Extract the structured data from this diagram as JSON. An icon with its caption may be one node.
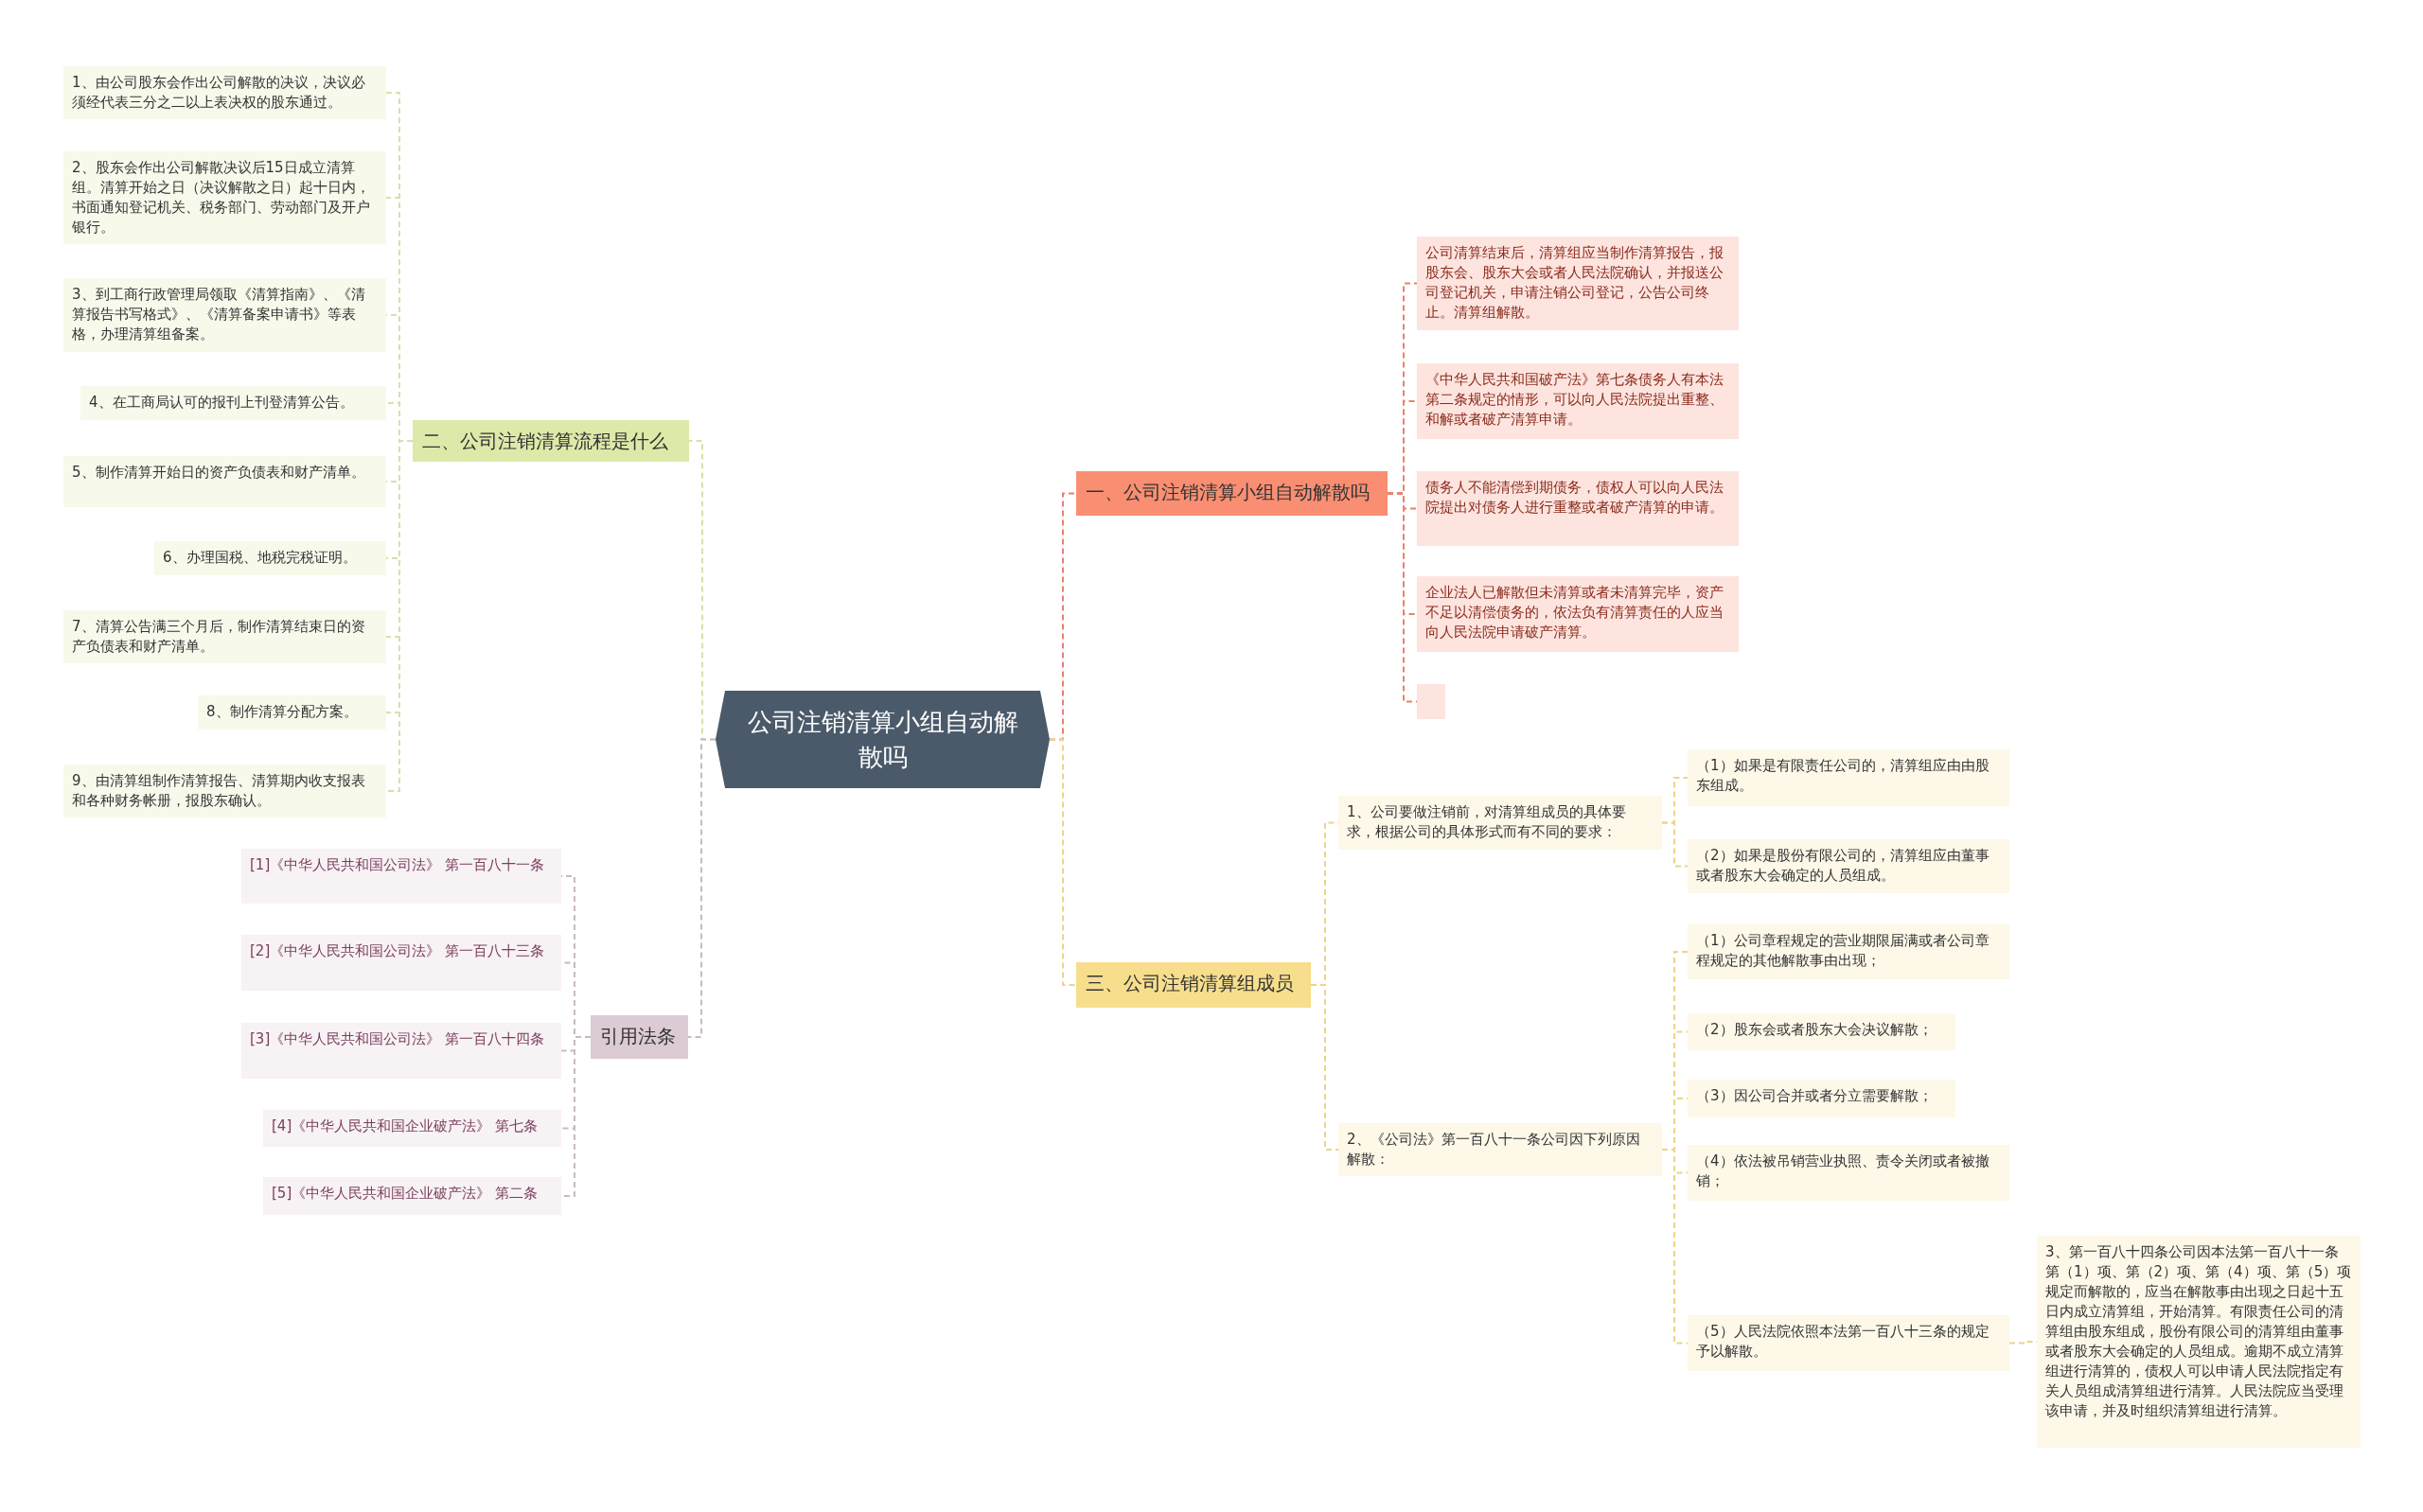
{
  "diagram": {
    "nodes": [
      {
        "text": [
          "公司注销清算小组自动解散吗"
        ]
      },
      {
        "text": [
          "一、公司注销清算小组自动解散吗"
        ]
      },
      {
        "text": [
          "公司清算结束后，清算组应当制作清算报告，报股东会、股东大会或者人民法院确认，并报送公司登记机关，申请注销公司登记，公告公司终止。清算组解散。"
        ]
      },
      {
        "text": [
          "《中华人民共和国破产法》第七条债务人有本法第二条规定的情形，可以向人民法院提出重整、和解或者破产清算申请。"
        ]
      },
      {
        "text": [
          "债务人不能清偿到期债务，债权人可以向人民法院提出对债务人进行重整或者破产清算的申请。"
        ]
      },
      {
        "text": [
          "企业法人已解散但未清算或者未清算完毕，资产不足以清偿债务的，依法负有清算责任的人应当向人民法院申请破产清算。"
        ]
      },
      {
        "text": [],
        "shape": "box"
      },
      {
        "text": [
          "三、公司注销清算组成员"
        ]
      },
      {
        "text": [
          "1、公司要做注销前，对清算组成员的具体要求，根据公司的具体形式而有不同的要求："
        ]
      },
      {
        "text": [
          "（1）如果是有限责任公司的，清算组应由由股东组成。"
        ]
      },
      {
        "text": [
          "（2）如果是股份有限公司的，清算组应由董事或者股东大会确定的人员组成。"
        ]
      },
      {
        "text": [
          "2、《公司法》第一百八十一条公司因下列原因解散："
        ]
      },
      {
        "text": [
          "（1）公司章程规定的营业期限届满或者公司章程规定的其他解散事由出现；"
        ]
      },
      {
        "text": [
          "（2）股东会或者股东大会决议解散；"
        ]
      },
      {
        "text": [
          "（3）因公司合并或者分立需要解散；"
        ]
      },
      {
        "text": [
          "（4）依法被吊销营业执照、责令关闭或者被撤销；"
        ]
      },
      {
        "text": [
          "（5）人民法院依照本法第一百八十三条的规定予以解散。"
        ]
      },
      {
        "text": [
          "3、第一百八十四条公司因本法第一百八十一条第（1）项、第（2）项、第（4）项、第（5）项规定而解散的，应当在解散事由出现之日起十五日内成立清算组，开始清算。有限责任公司的清算组由股东组成，股份有限公司的清算组由董事或者股东大会确定的人员组成。逾期不成立清算组进行清算的，债权人可以申请人民法院指定有关人员组成清算组进行清算。人民法院应当受理该申请，并及时组织清算组进行清算。"
        ]
      },
      {
        "text": [
          "二、公司注销清算流程是什么"
        ]
      },
      {
        "text": [
          "1、由公司股东会作出公司解散的决议，决议必须经代表三分之二以上表决权的股东通过。"
        ]
      },
      {
        "text": [
          "2、股东会作出公司解散决议后15日成立清算组。清算开始之日（决议解散之日）起十日内，书面通知登记机关、税务部门、劳动部门及开户银行。"
        ]
      },
      {
        "text": [
          "3、到工商行政管理局领取《清算指南》、《清算报告书写格式》、《清算备案申请书》等表格，办理清算组备案。"
        ]
      },
      {
        "text": [
          "4、在工商局认可的报刊上刊登清算公告。"
        ]
      },
      {
        "text": [
          "5、制作清算开始日的资产负债表和财产清单。"
        ]
      },
      {
        "text": [
          "6、办理国税、地税完税证明。"
        ]
      },
      {
        "text": [
          "7、清算公告满三个月后，制作清算结束日的资产负债表和财产清单。"
        ]
      },
      {
        "text": [
          "8、制作清算分配方案。"
        ]
      },
      {
        "text": [
          "9、由清算组制作清算报告、清算期内收支报表和各种财务帐册，报股东确认。"
        ]
      },
      {
        "text": [
          "引用法条"
        ]
      },
      {
        "text": [
          "[1]《中华人民共和国公司法》 第一百八十一条"
        ]
      },
      {
        "text": [
          "[2]《中华人民共和国公司法》 第一百八十三条"
        ]
      },
      {
        "text": [
          "[3]《中华人民共和国公司法》 第一百八十四条"
        ]
      },
      {
        "text": [
          "[4]《中华人民共和国企业破产法》 第七条"
        ]
      },
      {
        "text": [
          "[5]《中华人民共和国企业破产法》 第二条"
        ]
      }
    ],
    "edges": [
      {
        "from": 0,
        "to": 1,
        "arrow": "none",
        "color": "#e8826a"
      },
      {
        "from": 1,
        "to": 2,
        "arrow": "none",
        "color": "#e8826a"
      },
      {
        "from": 1,
        "to": 3,
        "arrow": "none",
        "color": "#e8826a"
      },
      {
        "from": 1,
        "to": 4,
        "arrow": "none",
        "color": "#e8826a"
      },
      {
        "from": 1,
        "to": 5,
        "arrow": "none",
        "color": "#e8826a"
      },
      {
        "from": 1,
        "to": 6,
        "arrow": "none",
        "color": "#e8826a"
      },
      {
        "from": 0,
        "to": 7,
        "arrow": "none",
        "color": "#ecd48a"
      },
      {
        "from": 7,
        "to": 8,
        "arrow": "none",
        "color": "#ecd48a"
      },
      {
        "from": 8,
        "to": 9,
        "arrow": "none",
        "color": "#ecd48a"
      },
      {
        "from": 8,
        "to": 10,
        "arrow": "none",
        "color": "#ecd48a"
      },
      {
        "from": 7,
        "to": 11,
        "arrow": "none",
        "color": "#ecd48a"
      },
      {
        "from": 11,
        "to": 12,
        "arrow": "none",
        "color": "#ecd48a"
      },
      {
        "from": 11,
        "to": 13,
        "arrow": "none",
        "color": "#ecd48a"
      },
      {
        "from": 11,
        "to": 14,
        "arrow": "none",
        "color": "#ecd48a"
      },
      {
        "from": 11,
        "to": 15,
        "arrow": "none",
        "color": "#ecd48a"
      },
      {
        "from": 11,
        "to": 16,
        "arrow": "none",
        "color": "#ecd48a"
      },
      {
        "from": 16,
        "to": 17,
        "arrow": "none",
        "color": "#ecd48a"
      },
      {
        "from": 0,
        "to": 18,
        "arrow": "none",
        "color": "#d6e2a8"
      },
      {
        "from": 18,
        "to": 19,
        "arrow": "none",
        "color": "#d6e2a8"
      },
      {
        "from": 18,
        "to": 20,
        "arrow": "none",
        "color": "#d6e2a8"
      },
      {
        "from": 18,
        "to": 21,
        "arrow": "none",
        "color": "#d6e2a8"
      },
      {
        "from": 18,
        "to": 22,
        "arrow": "none",
        "color": "#d6e2a8"
      },
      {
        "from": 18,
        "to": 23,
        "arrow": "none",
        "color": "#d6e2a8"
      },
      {
        "from": 18,
        "to": 24,
        "arrow": "none",
        "color": "#d6e2a8"
      },
      {
        "from": 18,
        "to": 25,
        "arrow": "none",
        "color": "#d6e2a8"
      },
      {
        "from": 18,
        "to": 26,
        "arrow": "none",
        "color": "#d6e2a8"
      },
      {
        "from": 18,
        "to": 27,
        "arrow": "none",
        "color": "#d6e2a8"
      },
      {
        "from": 0,
        "to": 28,
        "arrow": "none",
        "color": "#c9b9c3"
      },
      {
        "from": 28,
        "to": 29,
        "arrow": "none",
        "color": "#c9b9c3"
      },
      {
        "from": 28,
        "to": 30,
        "arrow": "none",
        "color": "#c9b9c3"
      },
      {
        "from": 28,
        "to": 31,
        "arrow": "none",
        "color": "#c9b9c3"
      },
      {
        "from": 28,
        "to": 32,
        "arrow": "none",
        "color": "#c9b9c3"
      },
      {
        "from": 28,
        "to": 33,
        "arrow": "none",
        "color": "#c9b9c3"
      }
    ]
  }
}
